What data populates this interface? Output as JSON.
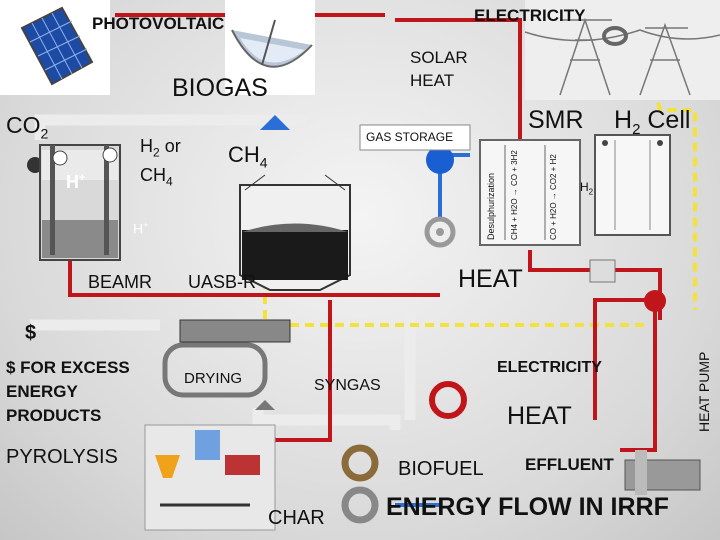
{
  "labels": {
    "photovoltaic": "PHOTOVOLTAIC",
    "electricity_top": "ELECTRICITY",
    "solar_heat_1": "SOLAR",
    "solar_heat_2": "HEAT",
    "biogas": "BIOGAS",
    "smr": "SMR",
    "h2_cell_prefix": "H",
    "h2_cell_sub": "2",
    "h2_cell_suffix": "Cell",
    "co2_prefix": "CO",
    "co2_sub": "2",
    "h2_or_ch4_line1": "H",
    "h2_or_ch4_line1_sub": "2",
    "h2_or_ch4_line1_rest": "or",
    "h2_or_ch4_line2": "CH",
    "h2_or_ch4_line2_sub": "4",
    "ch4_prefix": "CH",
    "ch4_sub": "4",
    "gas_storage": "GAS STORAGE",
    "h_plus_left": "H",
    "h_plus_mid": "H",
    "plus": "+",
    "beamr": "BEAMR",
    "uasb": "UASB-R",
    "heat_mid": "HEAT",
    "dollar": "$",
    "excess_1": "$ FOR EXCESS",
    "excess_2": "ENERGY",
    "excess_3": "PRODUCTS",
    "drying": "DRYING",
    "syngas": "SYNGAS",
    "electricity_mid": "ELECTRICITY",
    "heat_low": "HEAT",
    "heat_pump": "HEAT PUMP",
    "pyrolysis": "PYROLYSIS",
    "biofuel": "BIOFUEL",
    "effluent": "EFFLUENT",
    "char": "CHAR",
    "energy_flow": "ENERGY FLOW IN IRRF",
    "smr_h2": "H",
    "smr_h2_sub": "2",
    "smr_col1": "Desulphurization",
    "smr_col2": "CH4 + H2O → CO + 3H2",
    "smr_col3": "CO + H2O → CO2 + H2"
  },
  "colors": {
    "flow_red": "#c0161b",
    "flow_yellow": "#f3e23a",
    "flow_blue": "#2b6fd6",
    "flow_gray": "#e4e4e4"
  },
  "icons": [
    "solar-panel-icon",
    "solar-dish-icon",
    "power-tower-icon",
    "valve-icon"
  ]
}
